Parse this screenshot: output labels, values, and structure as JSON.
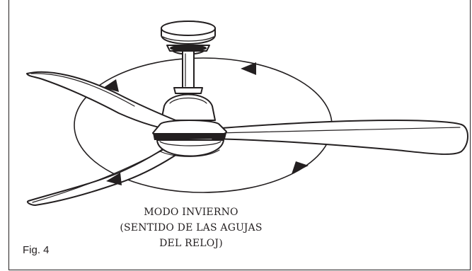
{
  "figure": {
    "label": "Fig. 4",
    "caption_lines": [
      "MODO INVIERNO",
      "(SENTIDO DE LAS AGUJAS",
      "DEL RELOJ)"
    ]
  },
  "diagram": {
    "subject": "ceiling-fan",
    "rotation_direction": "clockwise",
    "blade_count": 3,
    "rotation_arrow_count": 4,
    "line_color": "#231f20",
    "background_color": "#ffffff"
  }
}
